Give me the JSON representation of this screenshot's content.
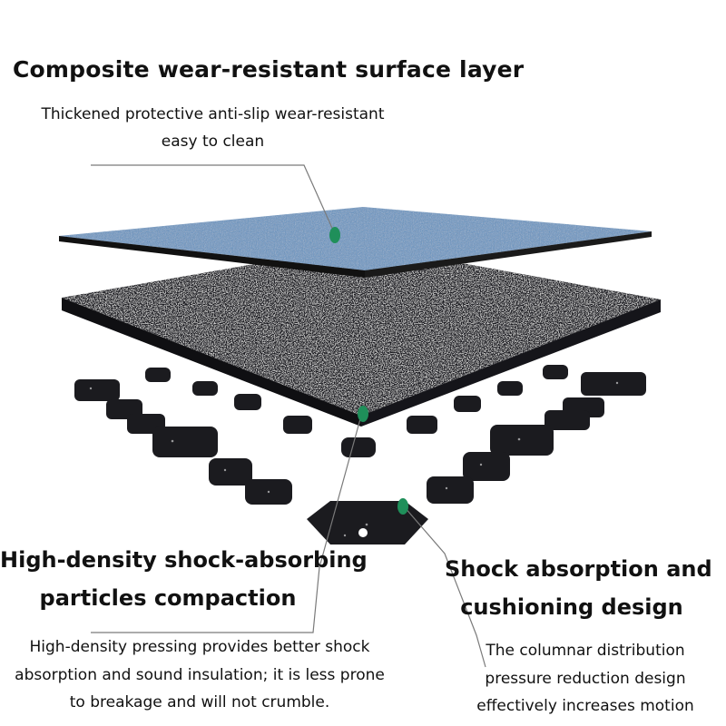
{
  "top": {
    "title": "Composite wear-resistant surface layer",
    "line1": "Thickened protective anti-slip wear-resistant",
    "line2": "easy to clean"
  },
  "left": {
    "title_line1": "High-density shock-absorbing",
    "title_line2": "particles compaction",
    "desc_line1": "High-density pressing provides better shock",
    "desc_line2": "absorption and sound insulation; it is less prone",
    "desc_line3": "to breakage and will not crumble."
  },
  "right": {
    "title_line1": "Shock absorption and",
    "title_line2": "cushioning design",
    "desc_line1": "The columnar distribution",
    "desc_line2": "pressure reduction design",
    "desc_line3": "effectively increases motion"
  },
  "colors": {
    "surface_blue": "#5f93c4",
    "rubber_dark": "#1d1d22",
    "marker_green": "#1f8f5a",
    "leader_line": "#7a7a7a"
  }
}
